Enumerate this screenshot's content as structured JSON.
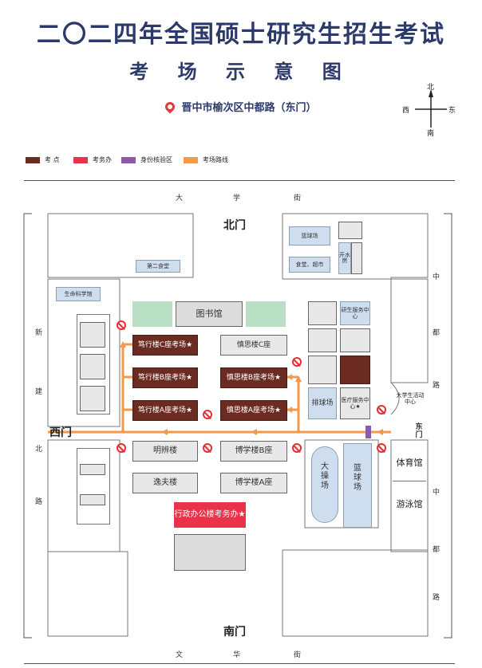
{
  "title": "二〇二四年全国硕士研究生招生考试",
  "subtitle": "考 场 示 意 图",
  "address": "晋中市榆次区中都路（东门）",
  "compass": {
    "n": "北",
    "s": "南",
    "e": "东",
    "w": "西"
  },
  "legend": [
    {
      "label": "考  点",
      "color": "#6b2b20"
    },
    {
      "label": "考务办",
      "color": "#e8334a"
    },
    {
      "label": "身份核验区",
      "color": "#8e5aa8"
    },
    {
      "label": "考场路线",
      "color": "#f39a4a"
    }
  ],
  "streets": {
    "top": [
      "大",
      "学",
      "街"
    ],
    "bottom": [
      "文",
      "华",
      "街"
    ],
    "left_top": [
      "新",
      "建"
    ],
    "left_bottom": [
      "北",
      "路"
    ],
    "right": [
      "中",
      "都",
      "路",
      "中",
      "都",
      "路"
    ]
  },
  "gates": {
    "north": "北门",
    "south": "南门",
    "west": "西门",
    "east": "东门"
  },
  "buildings": {
    "canteen2": "第二食堂",
    "basketball_top": "篮球场",
    "canteen_mart": "食堂、超市",
    "boiler": "开水房",
    "lifesci": "生命科学馆",
    "library": "图书馆",
    "dx_c": "笃行楼C座考场★",
    "dx_b": "笃行楼B座考场★",
    "dx_a": "笃行楼A座考场★",
    "sx_c": "慎思楼C座",
    "sx_b": "慎思楼B座考场★",
    "sx_a": "慎思楼A座考场★",
    "grad_center": "研生服务中心",
    "volleyball": "排球场",
    "clinic": "医疗服务中心★",
    "activity": "大学生活动中心",
    "mingbian": "明辨楼",
    "yifu": "逸夫楼",
    "boxue_b": "博学楼B座",
    "boxue_a": "博学楼A座",
    "admin": "行政办公楼考务办★",
    "playground": "大操场",
    "basketball_big": "篮球场",
    "gym": "体育馆",
    "pool": "游泳馆"
  }
}
